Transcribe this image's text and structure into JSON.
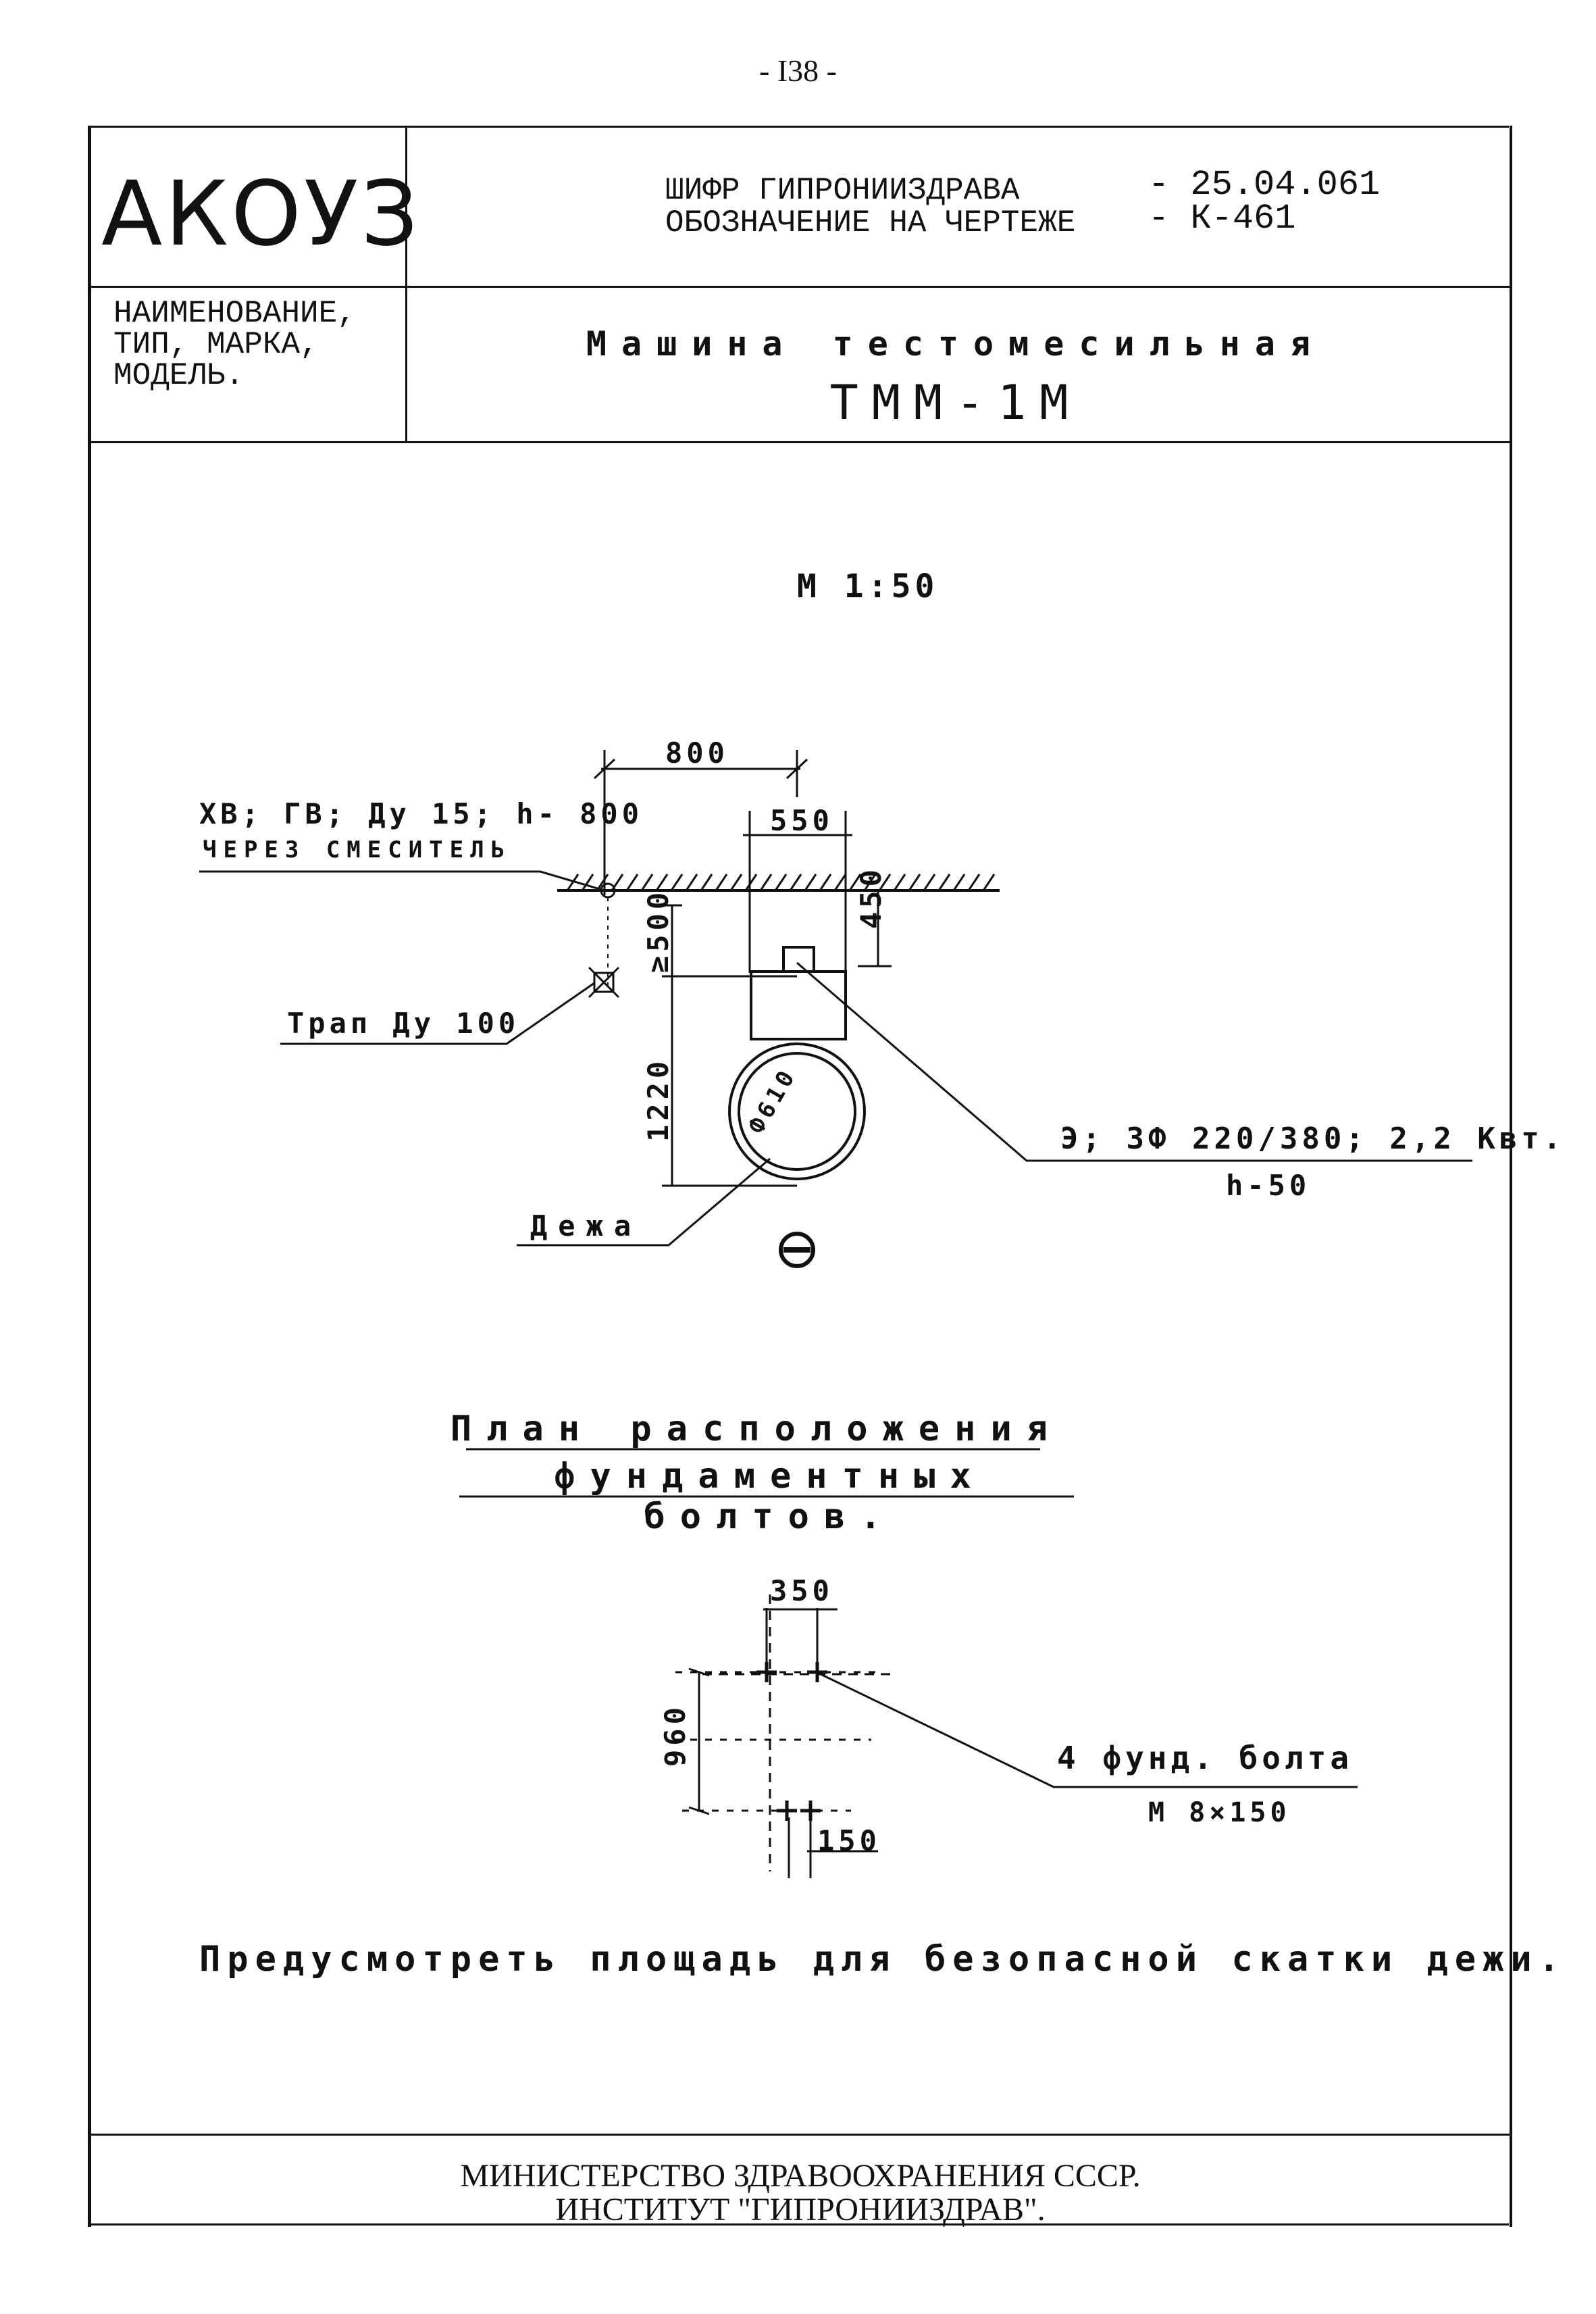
{
  "page_number": "- I38 -",
  "header": {
    "logo": "АКОУЗ",
    "code_label": "ШИФР ГИПРОНИИЗДРАВА",
    "code_value": "- 25.04.061",
    "designation_label": "ОБОЗНАЧЕНИЕ НА ЧЕРТЕЖЕ",
    "designation_value": "- К-461",
    "name_label_1": "НАИМЕНОВАНИЕ,",
    "name_label_2": "ТИП, МАРКА,",
    "name_label_3": "МОДЕЛЬ.",
    "name_value": "Машина тестомесильная",
    "model_value": "ТММ-1М"
  },
  "plan1": {
    "scale": "М 1:50",
    "dim_800": "800",
    "dim_550": "550",
    "dim_450": "450",
    "dim_500": "≥500",
    "dim_1220": "1220",
    "dim_diam": "Ф610",
    "water_label": "ХВ; ГВ; Ду 15; h- 800",
    "water_sub": "ЧЕРЕЗ СМЕСИТЕЛЬ",
    "drain_label": "Трап Ду 100",
    "power_label": "Э; 3Ф 220/380; 2,2 Квт.",
    "power_sub": "h-50",
    "bowl_label": "Дежа"
  },
  "plan2": {
    "title_1": "План расположения",
    "title_2": "фундаментных болтов.",
    "dim_350": "350",
    "dim_960": "960",
    "dim_150": "150",
    "bolts_label": "4 фунд. болта",
    "bolts_sub": "М 8×150"
  },
  "note": "Предусмотреть площадь для безопасной скатки дежи.",
  "footer": {
    "line1": "МИНИСТЕРСТВО ЗДРАВООХРАНЕНИЯ СССР.",
    "line2": "ИНСТИТУТ \"ГИПРОНИИЗДРАВ\"."
  }
}
